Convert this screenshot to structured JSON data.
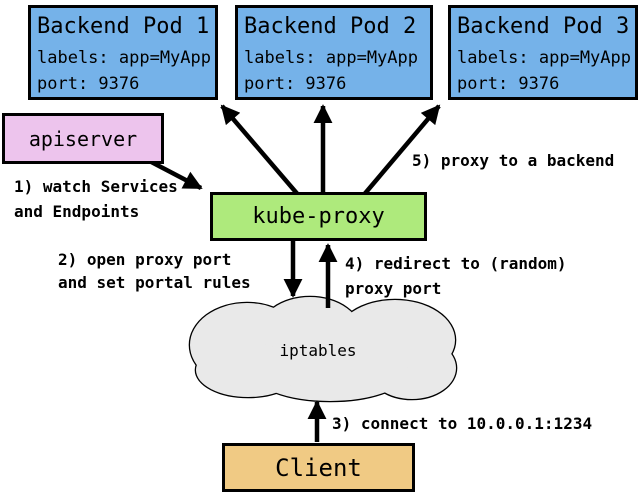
{
  "pods": [
    {
      "title": "Backend Pod 1",
      "labels_line": "labels: app=MyApp",
      "port_line": "port: 9376"
    },
    {
      "title": "Backend Pod 2",
      "labels_line": "labels: app=MyApp",
      "port_line": "port: 9376"
    },
    {
      "title": "Backend Pod 3",
      "labels_line": "labels: app=MyApp",
      "port_line": "port: 9376"
    }
  ],
  "nodes": {
    "apiserver": "apiserver",
    "kube_proxy": "kube-proxy",
    "iptables": "iptables",
    "client": "Client"
  },
  "annotations": {
    "step1_line1": "1) watch Services",
    "step1_line2": "and Endpoints",
    "step2_line1": "2) open proxy port",
    "step2_line2": "and set portal rules",
    "step3": "3) connect to 10.0.0.1:1234",
    "step4_line1": "4) redirect to (random)",
    "step4_line2": "proxy port",
    "step5": "5) proxy to a backend"
  },
  "colors": {
    "pod_fill": "#75b2e9",
    "apiserver_fill": "#edc4ed",
    "kube_proxy_fill": "#aeea7c",
    "client_fill": "#f0ca84",
    "cloud_fill": "#e9e9e9",
    "outline": "#000000",
    "background": "#ffffff"
  }
}
